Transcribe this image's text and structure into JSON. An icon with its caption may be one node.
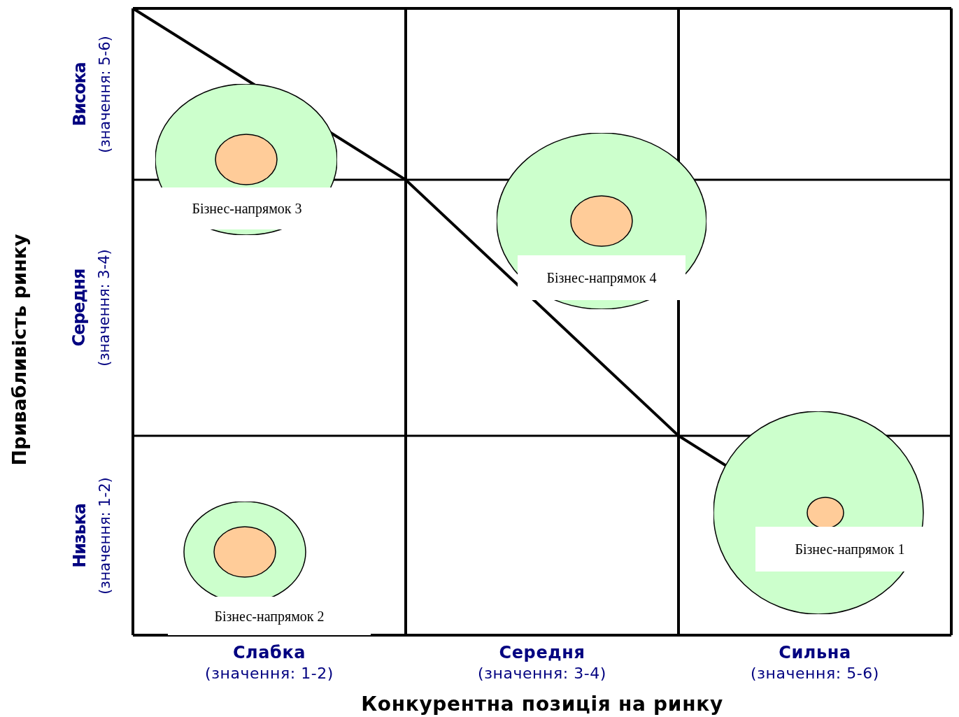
{
  "diagram": {
    "nodes": [
      {
        "text": [
          "Бізнес-напрямок 3"
        ]
      },
      {
        "text": [
          "Бізнес-напрямок 4"
        ]
      },
      {
        "text": [
          "Бізнес-напрямок 1"
        ]
      },
      {
        "text": [
          "Бізнес-напрямок 2"
        ]
      }
    ],
    "labels": [
      "Привабливість ринку",
      "Висока",
      "(значення: 5-6)",
      "Середня",
      "(значення: 3-4)",
      "Низька",
      "(значення: 1-2)",
      "Слабка",
      "(значення: 1-2)",
      "Середня",
      "(значення: 3-4)",
      "Сильна",
      "(значення: 5-6)",
      "Конкурентна позиція на ринку"
    ]
  }
}
